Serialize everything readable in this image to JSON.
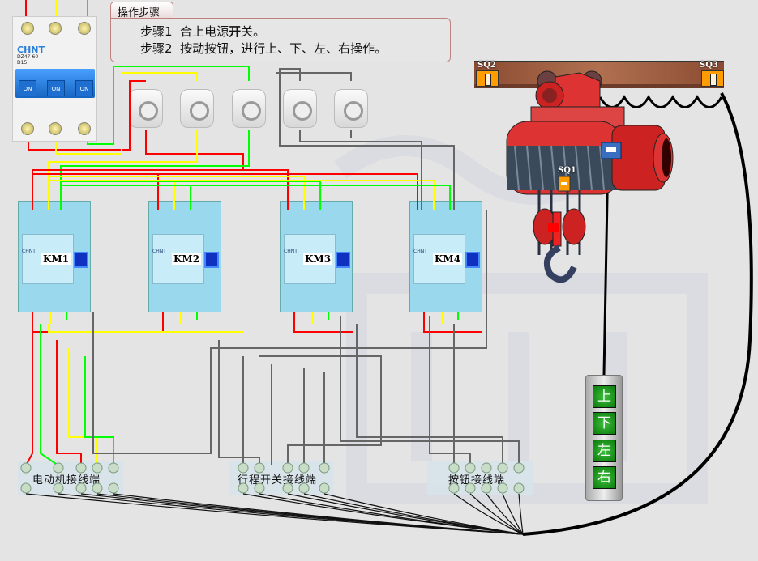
{
  "instructions": {
    "tab_label": "操作步骤",
    "steps": [
      {
        "num": "步骤1",
        "text_pre": "合上电源",
        "text_bold": "开",
        "text_post": "关。"
      },
      {
        "num": "步骤2",
        "text": "按动按钮，进行上、下、左、右操作。"
      }
    ]
  },
  "breaker": {
    "brand": "CHNT",
    "model": "DZ47-60",
    "rating": "D15",
    "on_labels": [
      "ON",
      "ON",
      "ON"
    ]
  },
  "contactors": [
    {
      "label": "KM1",
      "brand": "CHNT"
    },
    {
      "label": "KM2",
      "brand": "CHNT"
    },
    {
      "label": "KM3",
      "brand": "CHNT"
    },
    {
      "label": "KM4",
      "brand": "CHNT"
    }
  ],
  "terminals": {
    "motor": "电动机接线端",
    "limit": "行程开关接线端",
    "button": "按钮接线端"
  },
  "hoist": {
    "limit_switches": [
      "SQ1",
      "SQ2",
      "SQ3"
    ]
  },
  "pendant": {
    "buttons": [
      "上",
      "下",
      "左",
      "右"
    ],
    "button_color": "#1a9a1a"
  },
  "wire_colors": {
    "L1": "#ff0000",
    "L2": "#ffff00",
    "L3": "#00ff00",
    "control": "#666666",
    "cable": "#000000"
  }
}
